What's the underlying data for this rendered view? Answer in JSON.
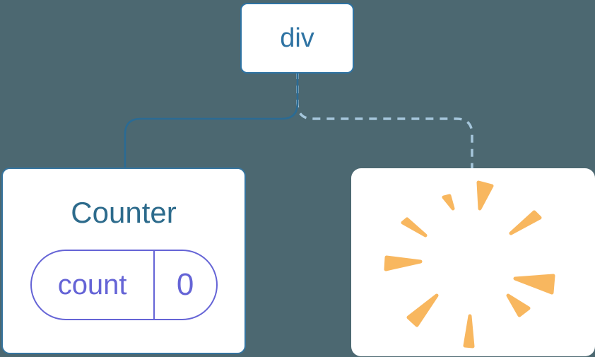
{
  "canvas": {
    "background": "#4c6871"
  },
  "tree": {
    "root": {
      "label": "div"
    },
    "children": [
      {
        "title": "Counter",
        "connector": "solid",
        "state": {
          "key": "count",
          "value": "0"
        }
      },
      {
        "connector": "dashed",
        "icon": "poof-burst-icon"
      }
    ]
  },
  "colors": {
    "background": "#4c6871",
    "node_bg": "#ffffff",
    "node_blue": "#2e73a3",
    "title_blue": "#2d6b8c",
    "counter_border": "#35749f",
    "connector_solid": "#2a6b94",
    "connector_dashed": "#a5c6db",
    "state_purple": "#6564d6",
    "poof_orange": "#f8b75f"
  }
}
